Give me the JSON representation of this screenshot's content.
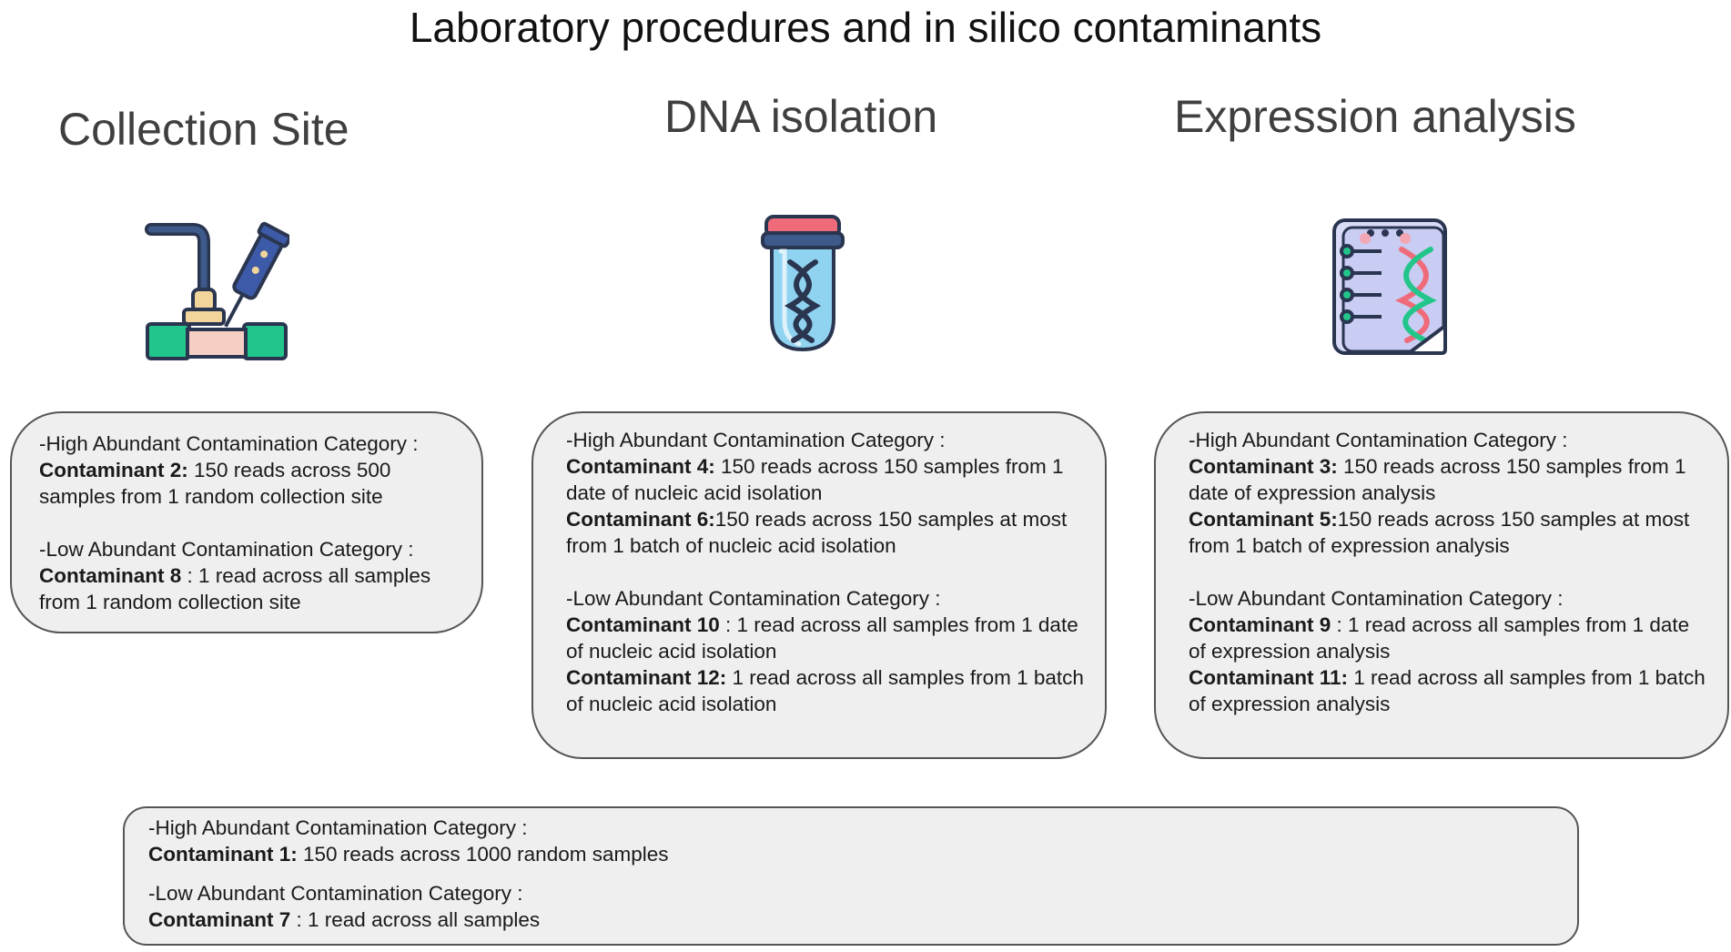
{
  "title": "Laboratory procedures and in silico contaminants",
  "stages": [
    {
      "title": "Collection Site",
      "icon": "sample-collection-icon",
      "high_label": "-High Abundant Contamination Category :",
      "high_items": [
        {
          "name": "Contaminant 2:",
          "text": " 150 reads across 500 samples from 1 random collection site"
        }
      ],
      "low_label": "-Low Abundant Contamination Category :",
      "low_items": [
        {
          "name": "Contaminant 8",
          "text": " : 1 read across all samples from 1 random collection site"
        }
      ]
    },
    {
      "title": "DNA isolation",
      "icon": "dna-tube-icon",
      "high_label": "-High Abundant Contamination Category :",
      "high_items": [
        {
          "name": "Contaminant 4:",
          "text": " 150 reads across 150 samples from 1 date of nucleic acid isolation"
        },
        {
          "name": "Contaminant 6:",
          "text": "150 reads across 150 samples at most from 1 batch of nucleic acid isolation"
        }
      ],
      "low_label": "-Low Abundant Contamination Category :",
      "low_items": [
        {
          "name": "Contaminant 10",
          "text": " : 1 read across all samples from 1 date of nucleic acid isolation"
        },
        {
          "name": "Contaminant 12:",
          "text": " 1 read across all samples from 1 batch of nucleic acid isolation"
        }
      ]
    },
    {
      "title": "Expression analysis",
      "icon": "dna-report-icon",
      "high_label": "-High Abundant Contamination Category :",
      "high_items": [
        {
          "name": "Contaminant 3:",
          "text": " 150 reads across 150 samples from 1 date of expression analysis"
        },
        {
          "name": "Contaminant 5:",
          "text": "150 reads across 150 samples at most from 1 batch of expression analysis"
        }
      ],
      "low_label": "-Low Abundant Contamination Category :",
      "low_items": [
        {
          "name": "Contaminant 9",
          "text": " : 1 read across all samples from 1 date of expression analysis"
        },
        {
          "name": "Contaminant 11:",
          "text": " 1 read across all samples from 1 batch of expression analysis"
        }
      ]
    }
  ],
  "global": {
    "high_label": "-High Abundant Contamination Category :",
    "high_items": [
      {
        "name": "Contaminant 1:",
        "text": " 150 reads across 1000 random samples"
      }
    ],
    "low_label": "-Low Abundant Contamination Category :",
    "low_items": [
      {
        "name": "Contaminant 7",
        "text": " : 1 read across all samples"
      }
    ]
  },
  "colors": {
    "box_fill": "#efefef",
    "box_border": "#555555",
    "stage_title": "#3f3f3f"
  }
}
